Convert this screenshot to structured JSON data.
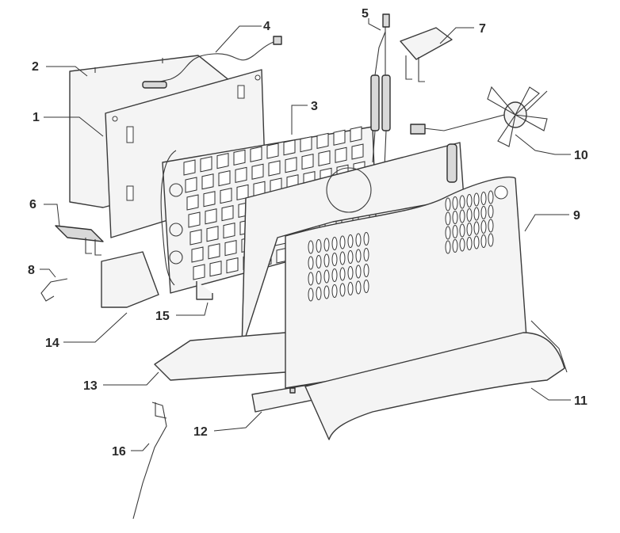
{
  "callouts": [
    {
      "id": "1",
      "text": "1"
    },
    {
      "id": "2",
      "text": "2"
    },
    {
      "id": "3",
      "text": "3"
    },
    {
      "id": "4",
      "text": "4"
    },
    {
      "id": "5",
      "text": "5"
    },
    {
      "id": "6",
      "text": "6"
    },
    {
      "id": "7",
      "text": "7"
    },
    {
      "id": "8",
      "text": "8"
    },
    {
      "id": "9",
      "text": "9"
    },
    {
      "id": "10",
      "text": "10"
    },
    {
      "id": "11",
      "text": "11"
    },
    {
      "id": "12",
      "text": "12"
    },
    {
      "id": "13",
      "text": "13"
    },
    {
      "id": "14",
      "text": "14"
    },
    {
      "id": "15",
      "text": "15"
    },
    {
      "id": "16",
      "text": "16"
    }
  ],
  "colors": {
    "line": "#3a3a3a",
    "fill": "#f4f4f4",
    "label": "#2a2a2a",
    "background": "#ffffff"
  }
}
